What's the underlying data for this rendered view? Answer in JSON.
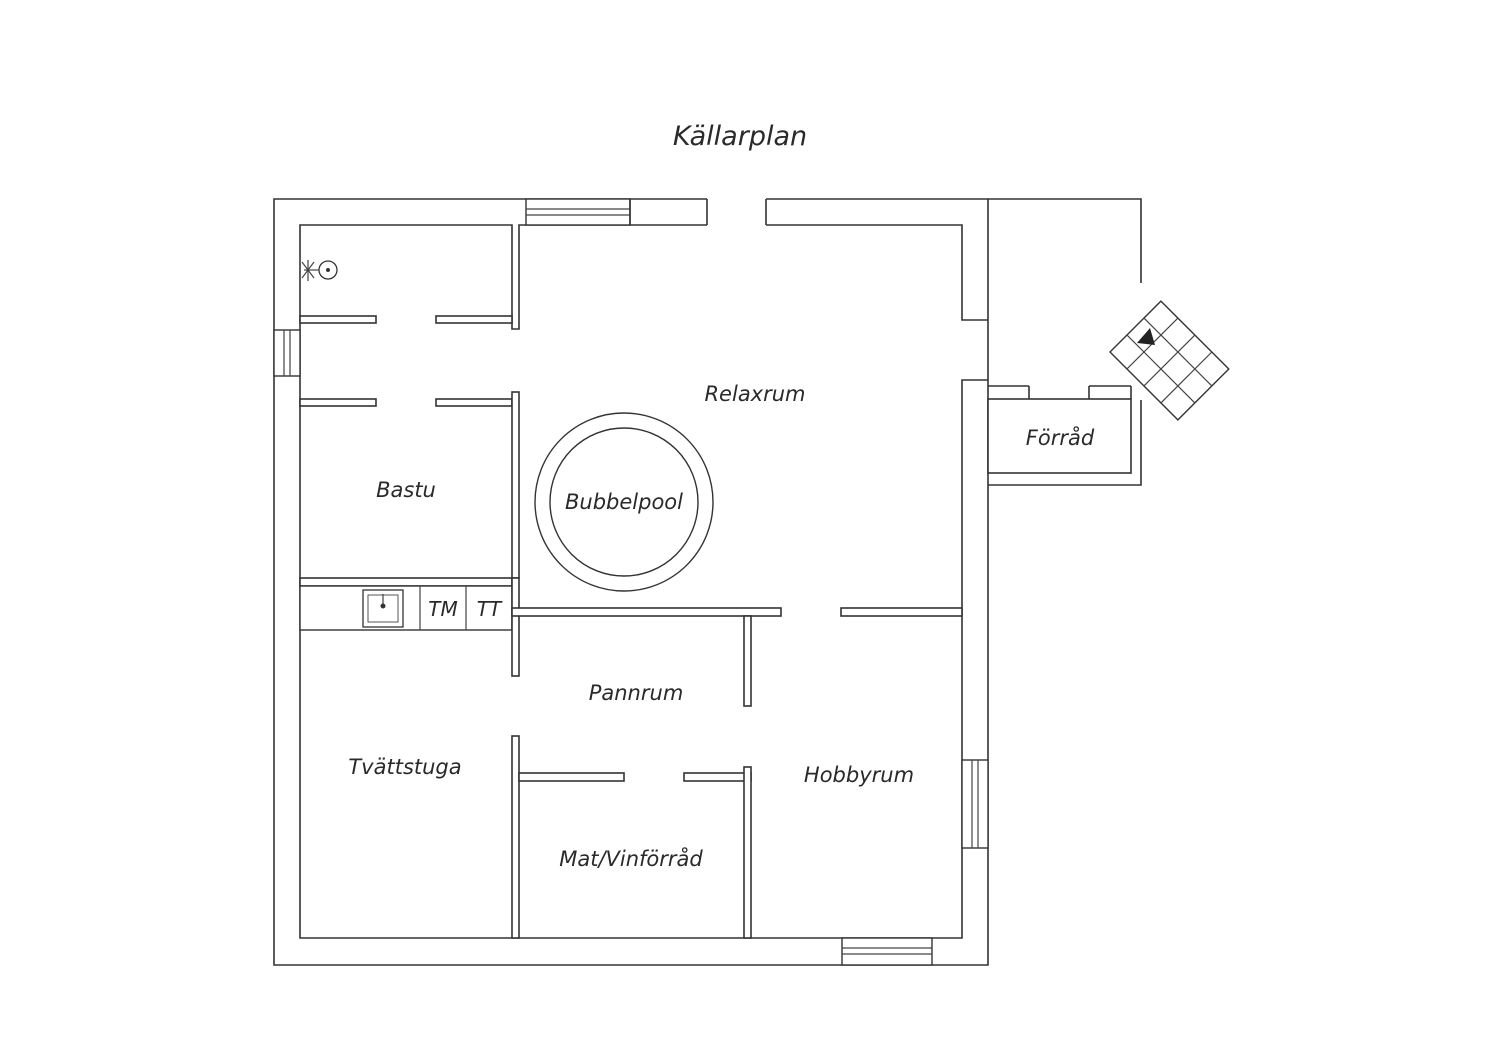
{
  "plan": {
    "title": "Källarplan",
    "rooms": {
      "relaxrum": "Relaxrum",
      "bubbelpool": "Bubbelpool",
      "bastu": "Bastu",
      "forrad": "Förråd",
      "pannrum": "Pannrum",
      "tvattstuga": "Tvättstuga",
      "hobbyrum": "Hobbyrum",
      "mat_vinforrad": "Mat/Vinförråd"
    },
    "appliances": {
      "tm": "TM",
      "tt": "TT"
    }
  },
  "colors": {
    "line": "#333333",
    "background": "#ffffff"
  },
  "icons": [
    "shower-icon",
    "sink-icon",
    "stair-direction-arrow-icon"
  ]
}
